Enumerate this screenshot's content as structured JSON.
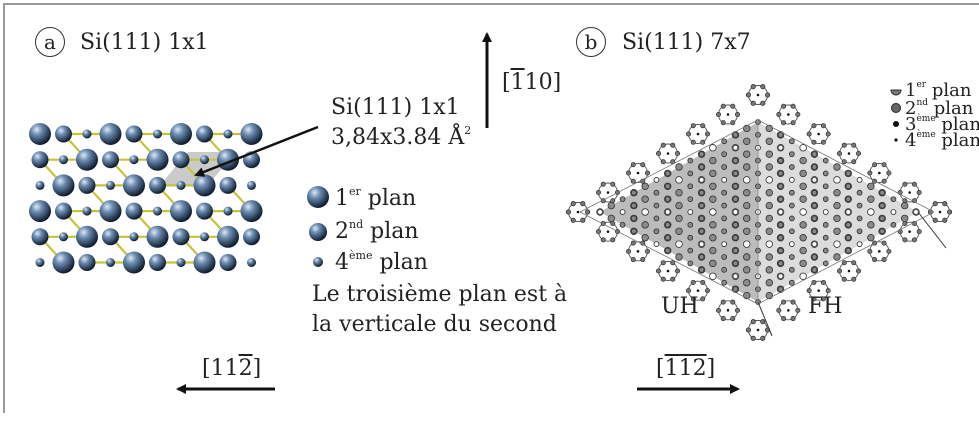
{
  "panel_a": {
    "letter": "a",
    "title": "Si(111) 1x1",
    "cell_label_line1": "Si(111) 1x1",
    "cell_label_line2": "3,84x3.84 Å",
    "cell_label_sup": "2",
    "legend": [
      {
        "num": "1",
        "sup": "er",
        "word": "plan"
      },
      {
        "num": "2",
        "sup": "nd",
        "word": "plan"
      },
      {
        "num": "4",
        "sup": "ème",
        "word": "plan"
      }
    ],
    "note_line1": "Le troisième plan est à",
    "note_line2": "la verticale du second",
    "direction": {
      "pre": "[11",
      "bar": "2",
      "post": "]"
    }
  },
  "center_direction": {
    "pre": "[",
    "bar": "1",
    "post": "10]"
  },
  "panel_b": {
    "letter": "b",
    "title": "Si(111) 7x7",
    "legend": [
      {
        "num": "1",
        "sup": "er",
        "word": "plan"
      },
      {
        "num": "2",
        "sup": "nd",
        "word": "plan"
      },
      {
        "num": "3",
        "sup": "ème",
        "word": "plan"
      },
      {
        "num": "4",
        "sup": "ème",
        "word": "plan"
      }
    ],
    "label_uh": "UH",
    "label_fh": "FH",
    "direction": {
      "bar": "112",
      "pre": "[",
      "post": "]"
    }
  },
  "colors": {
    "bond": "#c8c23a",
    "atom": "#3a5a80",
    "cell": "#b0b0b0"
  }
}
